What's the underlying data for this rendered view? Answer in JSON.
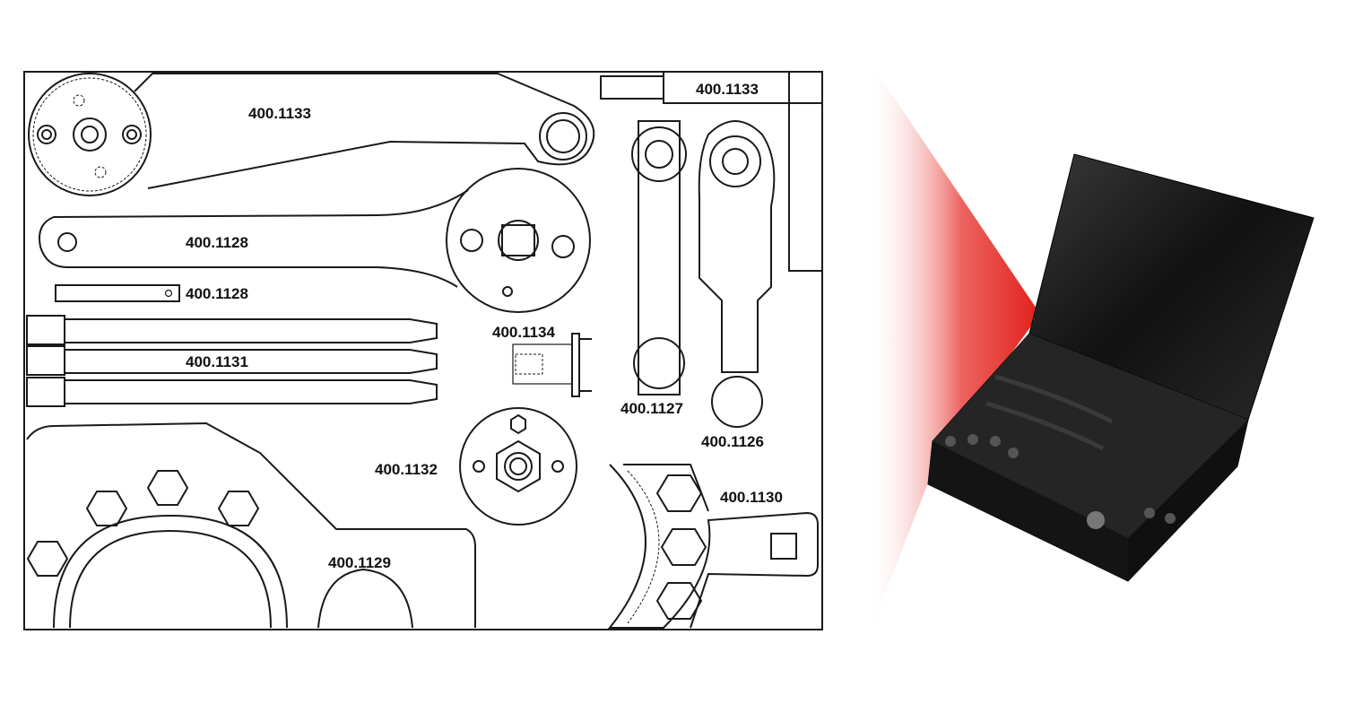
{
  "diagram": {
    "labels": {
      "top_wrench": "400.1133",
      "top_right_rod": "400.1133",
      "large_wrench": "400.1128",
      "small_pin": "400.1128",
      "pins_set": "400.1131",
      "small_adapter": "400.1134",
      "bar_tool": "400.1127",
      "lever_tool": "400.1126",
      "round_plate": "400.1132",
      "arc_tool": "400.1130",
      "bottom_holder": "400.1129"
    },
    "colors": {
      "accent": "#e3201b",
      "case": "#1c1c1c"
    }
  }
}
